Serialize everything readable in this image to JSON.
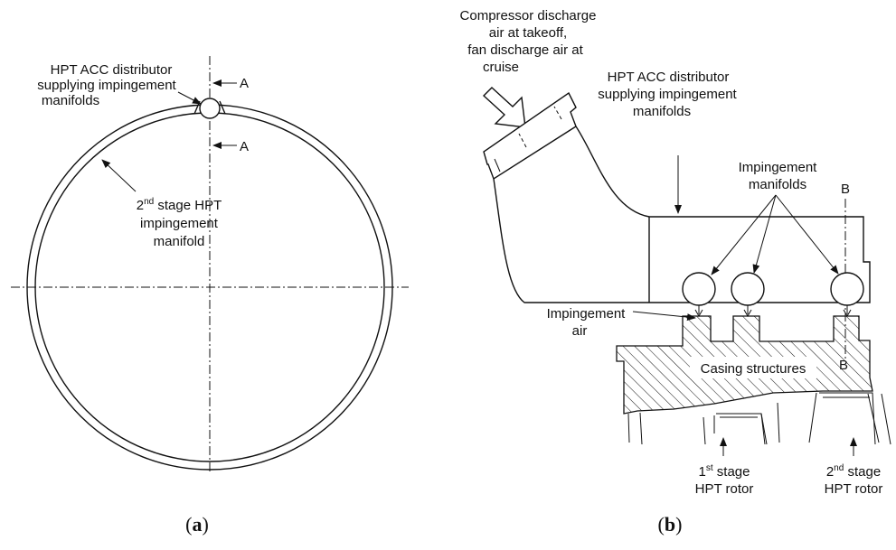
{
  "panel_a": {
    "distributor_label_l1": "HPT ACC distributor",
    "distributor_label_l2": "supplying impingement",
    "distributor_label_l3": "manifolds",
    "section_top": "A",
    "section_bottom": "A",
    "manifold_label_l1_pre": "2",
    "manifold_label_l1_sup": "nd",
    "manifold_label_l1_post": " stage HPT",
    "manifold_label_l2": "impingement",
    "manifold_label_l3": "manifold",
    "caption_open": "(",
    "caption_letter": "a",
    "caption_close": ")"
  },
  "panel_b": {
    "inlet_label_l1": "Compressor discharge",
    "inlet_label_l2": "air at takeoff,",
    "inlet_label_l3": "fan discharge air at",
    "inlet_label_l4": "cruise",
    "distributor_label_l1": "HPT ACC distributor",
    "distributor_label_l2": "supplying impingement",
    "distributor_label_l3": "manifolds",
    "manifolds_label_l1": "Impingement",
    "manifolds_label_l2": "manifolds",
    "section_top": "B",
    "section_bottom": "B",
    "air_label_l1": "Impingement",
    "air_label_l2": "air",
    "casing_label": "Casing structures",
    "rotor1_l1_pre": "1",
    "rotor1_l1_sup": "st",
    "rotor1_l1_post": " stage",
    "rotor1_l2": "HPT rotor",
    "rotor2_l1_pre": "2",
    "rotor2_l1_sup": "nd",
    "rotor2_l1_post": " stage",
    "rotor2_l2": "HPT rotor",
    "caption_open": "(",
    "caption_letter": "b",
    "caption_close": ")"
  }
}
